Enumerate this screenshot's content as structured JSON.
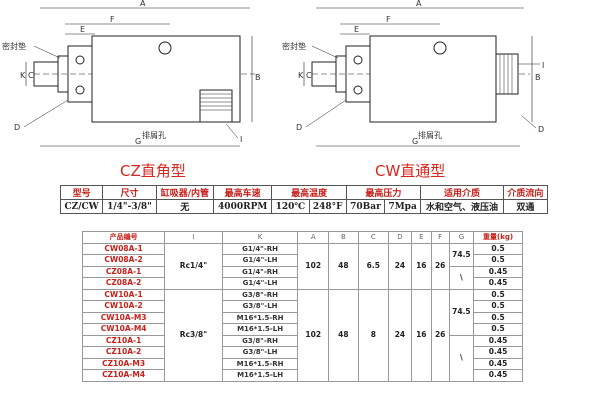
{
  "drawings": {
    "left": {
      "caption": "CZ直角型",
      "dims": [
        "A",
        "F",
        "E",
        "G",
        "B",
        "K",
        "C"
      ],
      "labels": {
        "seal": "密封垫",
        "drain": "排屑孔",
        "d": "D",
        "i": "I"
      }
    },
    "right": {
      "caption": "CW直通型",
      "dims": [
        "A",
        "F",
        "E",
        "G",
        "B",
        "K",
        "C"
      ],
      "labels": {
        "seal": "密封垫",
        "drain": "排屑孔",
        "d": "D",
        "i": "I"
      }
    }
  },
  "spec_table": {
    "headers": [
      "型号",
      "尺寸",
      "缸吸器/内管",
      "最高车速",
      "最高温度",
      "最高压力",
      "适用介质",
      "介质流向"
    ],
    "row": {
      "model": "CZ/CW",
      "size": "1/4\"-3/8\"",
      "tube": "无",
      "speed": "4000RPM",
      "temp_c": "120℃",
      "temp_f": "248°F",
      "pressure_bar": "70Bar",
      "pressure_mpa": "7Mpa",
      "medium": "水和空气、液压油",
      "flow": "双通"
    }
  },
  "model_table": {
    "headers": [
      "产品编号",
      "I",
      "K",
      "A",
      "B",
      "C",
      "D",
      "E",
      "F",
      "G",
      "重量(kg)"
    ],
    "groups": [
      {
        "i": "Rc1/4\"",
        "a": "102",
        "b": "48",
        "c": "6.5",
        "d": "24",
        "e": "16",
        "f": "26",
        "g_top": "74.5",
        "g_bottom": "\\",
        "rows": [
          {
            "code": "CW08A-1",
            "k": "G1/4\"-RH",
            "w": "0.5"
          },
          {
            "code": "CW08A-2",
            "k": "G1/4\"-LH",
            "w": "0.5"
          },
          {
            "code": "CZ08A-1",
            "k": "G1/4\"-RH",
            "w": "0.45"
          },
          {
            "code": "CZ08A-2",
            "k": "G1/4\"-LH",
            "w": "0.45"
          }
        ]
      },
      {
        "i": "Rc3/8\"",
        "a": "102",
        "b": "48",
        "c": "8",
        "d": "24",
        "e": "16",
        "f": "26",
        "g_top": "74.5",
        "g_bottom": "\\",
        "rows": [
          {
            "code": "CW10A-1",
            "k": "G3/8\"-RH",
            "w": "0.5"
          },
          {
            "code": "CW10A-2",
            "k": "G3/8\"-LH",
            "w": "0.5"
          },
          {
            "code": "CW10A-M3",
            "k": "M16*1.5-RH",
            "w": "0.5"
          },
          {
            "code": "CW10A-M4",
            "k": "M16*1.5-LH",
            "w": "0.5"
          },
          {
            "code": "CZ10A-1",
            "k": "G3/8\"-RH",
            "w": "0.45"
          },
          {
            "code": "CZ10A-2",
            "k": "G3/8\"-LH",
            "w": "0.45"
          },
          {
            "code": "CZ10A-M3",
            "k": "M16*1.5-RH",
            "w": "0.45"
          },
          {
            "code": "CZ10A-M4",
            "k": "M16*1.5-LH",
            "w": "0.45"
          }
        ]
      }
    ]
  }
}
